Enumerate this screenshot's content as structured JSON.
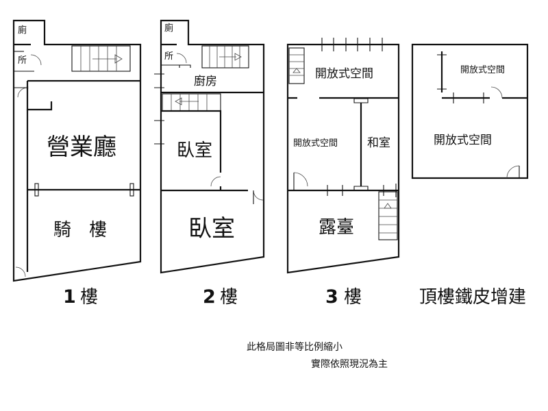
{
  "floor1": {
    "toilet": "廁",
    "toilet2": "所",
    "hall": "營業廳",
    "arcade": "騎　樓",
    "num": "1",
    "word": "樓"
  },
  "floor2": {
    "toilet": "廁",
    "toilet2": "所",
    "kitchen": "廚房",
    "bedroom_a": "臥室",
    "bedroom_b": "臥室",
    "num": "2",
    "word": "樓"
  },
  "floor3": {
    "open_top": "開放式空間",
    "open_left": "開放式空間",
    "japanese_room": "和室",
    "terrace": "露臺",
    "num": "3",
    "word": "樓"
  },
  "roof": {
    "open_small": "開放式空間",
    "open_main": "開放式空間",
    "caption": "頂樓鐵皮增建"
  },
  "notes": {
    "line1": "此格局圖非等比例縮小",
    "line2": "實際依照現況為主"
  }
}
